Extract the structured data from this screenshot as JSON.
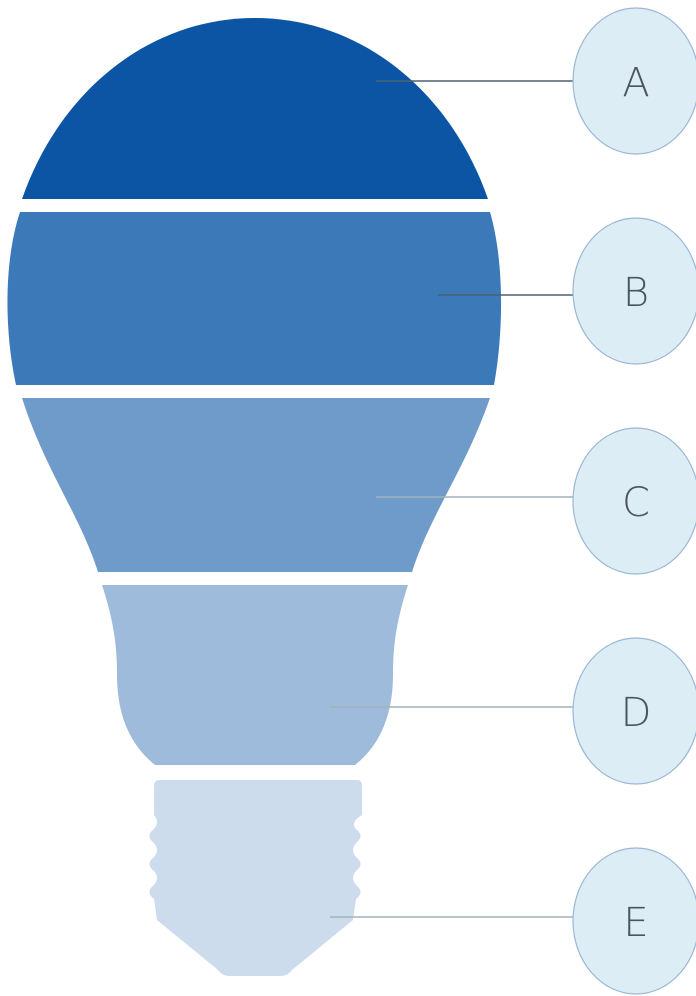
{
  "labels": [
    {
      "id": "A",
      "text": "A"
    },
    {
      "id": "B",
      "text": "B"
    },
    {
      "id": "C",
      "text": "C"
    },
    {
      "id": "D",
      "text": "D"
    },
    {
      "id": "E",
      "text": "E"
    }
  ],
  "colors": {
    "segment_a": "#0b55a4",
    "segment_b": "#3c79b8",
    "segment_c": "#6e9bca",
    "segment_d": "#9ebbdc",
    "segment_e": "#ccdcec",
    "bubble_fill": "#dcedf5",
    "bubble_stroke": "#9bb7d4",
    "leader_dark": "#4d6170",
    "leader_light": "#9fb4b8",
    "label_text": "#4a5560"
  }
}
